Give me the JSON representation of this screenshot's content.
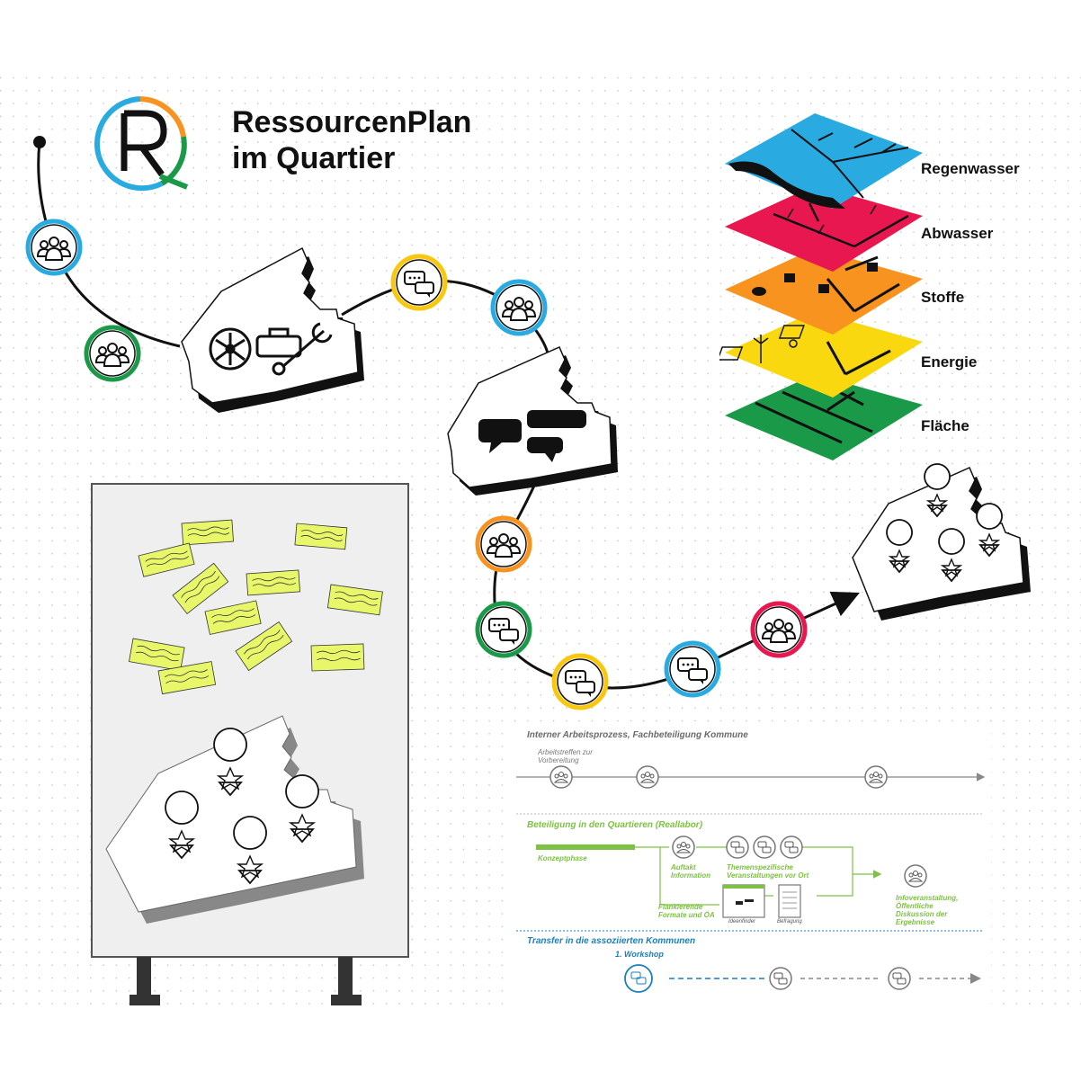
{
  "header": {
    "title_line1": "RessourcenPlan",
    "title_line2": "im Quartier"
  },
  "layers": [
    {
      "label": "Regenwasser",
      "color": "#29abe2"
    },
    {
      "label": "Abwasser",
      "color": "#e8174f"
    },
    {
      "label": "Stoffe",
      "color": "#f7931e"
    },
    {
      "label": "Energie",
      "color": "#f9d80f"
    },
    {
      "label": "Fläche",
      "color": "#1a9a48"
    }
  ],
  "journey_node_colors": [
    "#29abe2",
    "#1a9a48",
    "#f9c80e",
    "#29abe2",
    "#f7931e",
    "#1a9a48",
    "#f9c80e",
    "#29abe2",
    "#e8174f"
  ],
  "process": {
    "internal_title": "Interner Arbeitsprozess, Fachbeteiligung Kommune",
    "meeting_label_1": "Arbeitstreffen zur",
    "meeting_label_2": "Vorbereitung",
    "participation_title": "Beteiligung in den Quartieren (Reallabor)",
    "concept_phase": "Konzeptphase",
    "kickoff_1": "Auftakt",
    "kickoff_2": "Information",
    "thematic_1": "Themenspezifische",
    "thematic_2": "Veranstaltungen vor Ort",
    "accompanying_1": "Flankierende",
    "accompanying_2": "Formate und ÖA",
    "ideenfinder": "Ideenfinder",
    "befragung": "Befragung",
    "info_1": "Infoveranstaltung,",
    "info_2": "Öffentliche",
    "info_3": "Diskussion der",
    "info_4": "Ergebnisse",
    "transfer_title": "Transfer in die assoziierten Kommunen",
    "workshop": "1. Workshop",
    "color_gray": "#6b6b6b",
    "color_green": "#7dc242",
    "color_blue": "#1a7fbf"
  }
}
